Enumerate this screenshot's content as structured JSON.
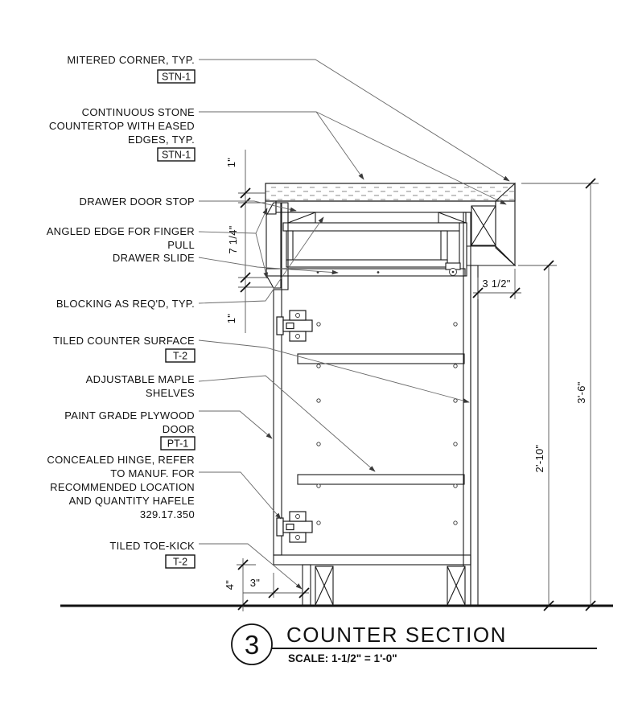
{
  "drawing": {
    "labels": {
      "mitered_corner": {
        "lines": [
          "MITERED CORNER, TYP."
        ],
        "tag": "STN-1"
      },
      "continuous_stone": {
        "lines": [
          "CONTINUOUS STONE",
          "COUNTERTOP WITH EASED",
          "EDGES, TYP."
        ],
        "tag": "STN-1"
      },
      "drawer_door_stop": {
        "lines": [
          "DRAWER DOOR STOP"
        ]
      },
      "angled_edge": {
        "lines": [
          "ANGLED EDGE FOR FINGER",
          "PULL"
        ]
      },
      "drawer_slide": {
        "lines": [
          "DRAWER SLIDE"
        ]
      },
      "blocking": {
        "lines": [
          "BLOCKING AS REQ'D, TYP."
        ]
      },
      "tiled_counter_surface": {
        "lines": [
          "TILED COUNTER SURFACE"
        ],
        "tag": "T-2"
      },
      "adjustable_shelves": {
        "lines": [
          "ADJUSTABLE MAPLE",
          "SHELVES"
        ]
      },
      "paint_grade_door": {
        "lines": [
          "PAINT GRADE PLYWOOD",
          "DOOR"
        ],
        "tag": "PT-1"
      },
      "concealed_hinge": {
        "lines": [
          "CONCEALED HINGE, REFER",
          "TO MANUF. FOR",
          "RECOMMENDED LOCATION",
          "AND QUANTITY HAFELE",
          "329.17.350"
        ]
      },
      "tiled_toe_kick": {
        "lines": [
          "TILED TOE-KICK"
        ],
        "tag": "T-2"
      }
    },
    "dimensions": {
      "countertop_thickness": "1\"",
      "drawer_front_height": "7 1/4\"",
      "drawer_gap": "1\"",
      "counter_return_depth": "3 1/2\"",
      "cabinet_height": "2'-10\"",
      "overall_height": "3'-6\"",
      "toe_kick_height": "4\"",
      "toe_kick_depth": "3\""
    },
    "title_block": {
      "detail_number": "3",
      "title": "COUNTER SECTION",
      "scale": "SCALE: 1-1/2\" = 1'-0\""
    },
    "colors": {
      "line": "#1a1a1a",
      "leader": "#6a6a6a",
      "background": "#ffffff"
    }
  }
}
